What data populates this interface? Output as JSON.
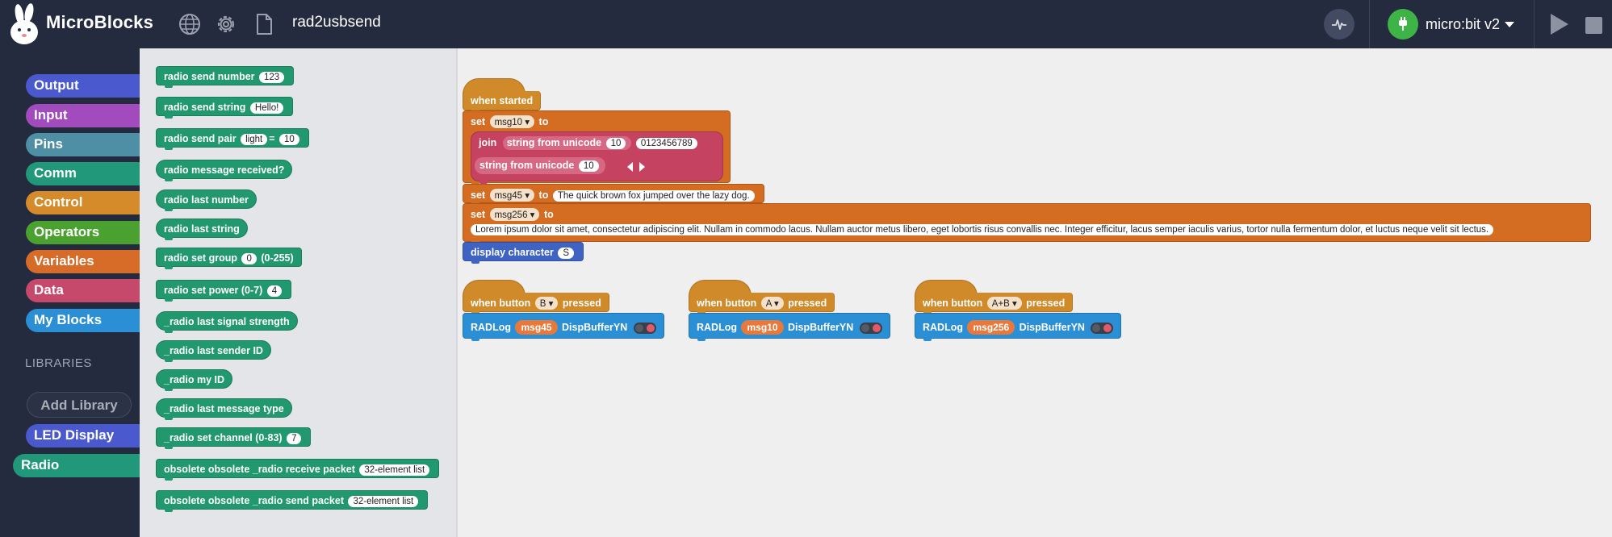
{
  "app": {
    "title": "MicroBlocks",
    "project_name": "rad2usbsend",
    "board_name": "micro:bit v2"
  },
  "topbar": {
    "icons": [
      "globe-icon",
      "gear-icon",
      "file-icon",
      "graph-icon",
      "usb-plug-icon",
      "play-icon",
      "stop-icon"
    ]
  },
  "categories": [
    {
      "label": "Output",
      "color": "#4b59cf"
    },
    {
      "label": "Input",
      "color": "#a24bbd"
    },
    {
      "label": "Pins",
      "color": "#4f8fa6"
    },
    {
      "label": "Comm",
      "color": "#22987a"
    },
    {
      "label": "Control",
      "color": "#d68b2a"
    },
    {
      "label": "Operators",
      "color": "#4aa12f"
    },
    {
      "label": "Variables",
      "color": "#d76c28"
    },
    {
      "label": "Data",
      "color": "#c6496c"
    },
    {
      "label": "My Blocks",
      "color": "#2b8fd6"
    }
  ],
  "libraries": {
    "heading": "LIBRARIES",
    "add_label": "Add Library",
    "items": [
      {
        "label": "LED Display",
        "color": "#4b59cf"
      },
      {
        "label": "Radio",
        "color": "#22987a"
      }
    ]
  },
  "palette": {
    "radio_send_number": {
      "label": "radio send number",
      "value": "123"
    },
    "radio_send_string": {
      "label": "radio send string",
      "value": "Hello!"
    },
    "radio_send_pair": {
      "label": "radio send pair",
      "name": "light",
      "eq": "=",
      "value": "10"
    },
    "radio_message_received": {
      "label": "radio message received?"
    },
    "radio_last_number": {
      "label": "radio last number"
    },
    "radio_last_string": {
      "label": "radio last string"
    },
    "radio_set_group": {
      "label": "radio set group",
      "value": "0",
      "suffix": "(0-255)"
    },
    "radio_set_power": {
      "label": "radio set power (0-7)",
      "value": "4"
    },
    "radio_last_signal": {
      "label": "_radio last signal strength"
    },
    "radio_last_sender": {
      "label": "_radio last sender ID"
    },
    "radio_my_id": {
      "label": "_radio my ID"
    },
    "radio_last_msg_type": {
      "label": "_radio last message type"
    },
    "radio_set_channel": {
      "label": "_radio set channel (0-83)",
      "value": "7"
    },
    "obsolete_receive": {
      "label": "obsolete obsolete _radio receive packet",
      "value": "32-element list"
    },
    "obsolete_send": {
      "label": "obsolete obsolete _radio send packet",
      "value": "32-element list"
    }
  },
  "script": {
    "when_started": "when started",
    "set_label": "set",
    "to_label": "to",
    "set1_var": "msg10",
    "join_label": "join",
    "string_from_unicode": "string from unicode",
    "unicode_value1": "10",
    "join_text": "0123456789",
    "unicode_value2": "10",
    "set2_var": "msg45",
    "set2_text": "The quick brown fox jumped over the lazy dog.",
    "set3_var": "msg256",
    "set3_text": "Lorem ipsum dolor sit amet, consectetur adipiscing elit. Nullam in commodo lacus. Nullam auctor metus libero, eget lobortis risus convallis nec. Integer efficitur, lacus semper iaculis varius, tortor nulla fermentum dolor, et luctus neque velit sit lectus.",
    "display_character": "display character",
    "display_value": "S"
  },
  "button_scripts": [
    {
      "when_button": "when button",
      "button": "B",
      "pressed": "pressed",
      "call": "RADLog",
      "var": "msg45",
      "param": "DispBufferYN"
    },
    {
      "when_button": "when button",
      "button": "A",
      "pressed": "pressed",
      "call": "RADLog",
      "var": "msg10",
      "param": "DispBufferYN"
    },
    {
      "when_button": "when button",
      "button": "A+B",
      "pressed": "pressed",
      "call": "RADLog",
      "var": "msg256",
      "param": "DispBufferYN"
    }
  ]
}
